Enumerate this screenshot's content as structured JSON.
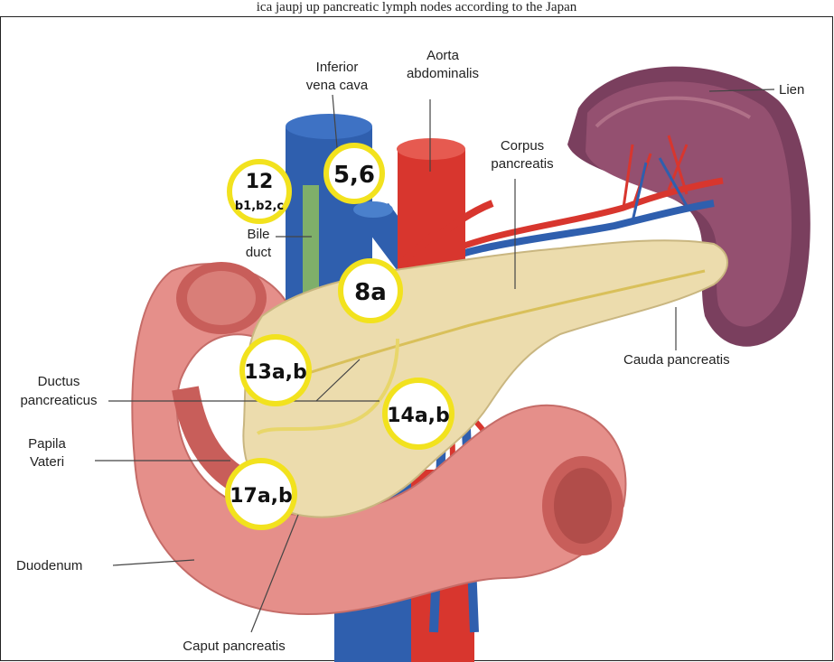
{
  "top_caption": "ica jaupj up pancreatic lymph nodes according to the Japan",
  "labels": {
    "inferior_vena_cava": [
      "Inferior",
      "vena cava"
    ],
    "aorta": [
      "Aorta",
      "abdominalis"
    ],
    "corpus": [
      "Corpus",
      "pancreatis"
    ],
    "lien": "Lien",
    "bile_duct": [
      "Bile",
      "duct"
    ],
    "cauda": "Cauda pancreatis",
    "ductus": [
      "Ductus",
      "pancreaticus"
    ],
    "papila": [
      "Papila",
      "Vateri"
    ],
    "duodenum": "Duodenum",
    "caput": "Caput pancreatis"
  },
  "badges": {
    "b12_main": "12",
    "b12_sub": "b1,b2,c",
    "b56": "5,6",
    "b8a": "8a",
    "b13": "13a,b",
    "b14": "14a,b",
    "b17": "17a,b"
  },
  "colors": {
    "vein": "#2f5fae",
    "artery": "#d8362e",
    "pancreas": "#ecdcad",
    "spleen": "#7a3f5e",
    "duodenum": "#e58f8a",
    "badge_ring": "#f2e21e",
    "bile": "#7faf6a"
  }
}
